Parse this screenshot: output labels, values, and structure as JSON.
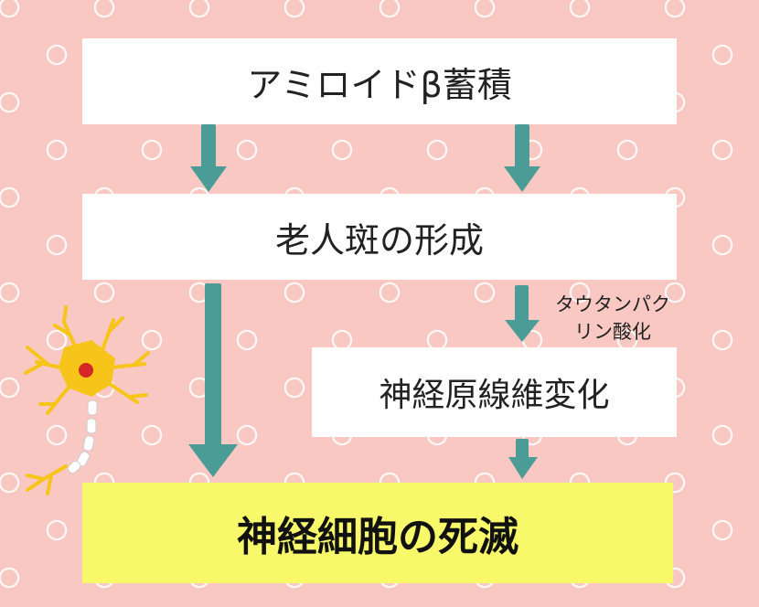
{
  "diagram": {
    "nodes": {
      "amyloid": "アミロイドβ蓄積",
      "plaque": "老人斑の形成",
      "tangle": "神経原線維変化",
      "death": "神経細胞の死滅"
    },
    "edge_labels": {
      "tau_line1": "タウタンパク",
      "tau_line2": "リン酸化"
    }
  },
  "colors": {
    "background": "#f9c8c3",
    "arrow": "#4b9c97",
    "box": "#ffffff",
    "highlight_box": "#f7f86a",
    "neuron_body": "#f7c51a",
    "nucleus": "#d42626"
  },
  "icons": [
    "neuron-icon"
  ]
}
